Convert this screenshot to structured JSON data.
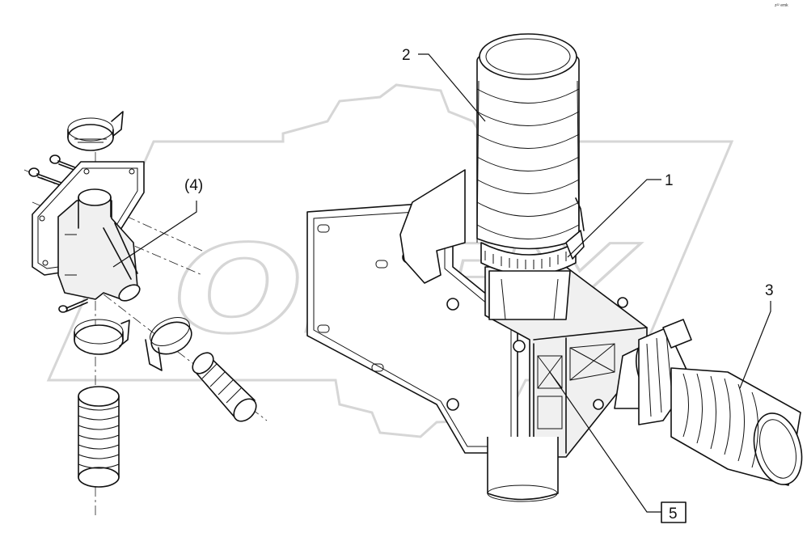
{
  "watermark": {
    "text": "OPEX"
  },
  "corner_mark": "z²² emk",
  "callouts": {
    "c1": "1",
    "c2": "2",
    "c3": "3",
    "c4": "(4)",
    "c5": "5"
  }
}
